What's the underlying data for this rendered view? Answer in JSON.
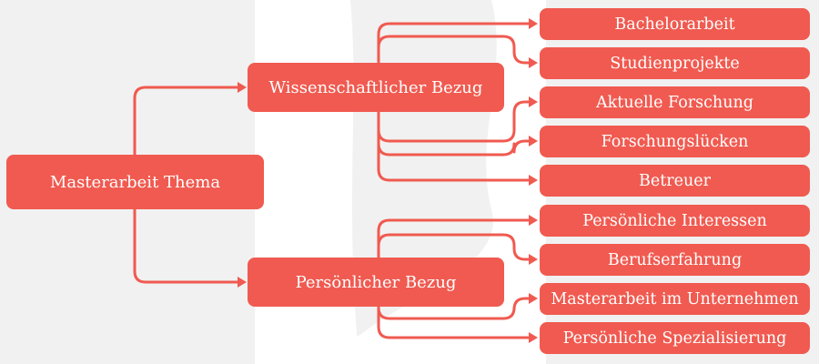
{
  "colors": {
    "node": "#f05a50",
    "line": "#f05a50",
    "text": "#ffffff",
    "background": "#f1f1f1",
    "shape": "#ffffff"
  },
  "root": {
    "label": "Masterarbeit Thema"
  },
  "branches": [
    {
      "label": "Wissenschaftlicher Bezug",
      "children": [
        "Bachelorarbeit",
        "Studienprojekte",
        "Aktuelle Forschung",
        "Forschungslücken",
        "Betreuer"
      ]
    },
    {
      "label": "Persönlicher Bezug",
      "children": [
        "Persönliche Interessen",
        "Berufserfahrung",
        "Masterarbeit im Unternehmen",
        "Persönliche Spezialisierung"
      ]
    }
  ]
}
